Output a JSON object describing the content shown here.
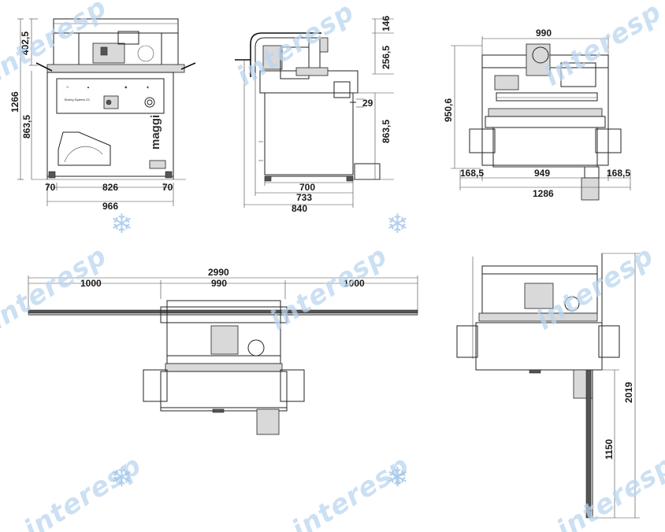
{
  "watermark": {
    "brand": "interesp",
    "color": "#9ec4ea"
  },
  "machine": {
    "brand_label": "maggi",
    "panel_text": "Boring System 23"
  },
  "front_view": {
    "heights": {
      "top": "402,5",
      "total": "1266",
      "body": "863,5"
    },
    "widths": {
      "left_offset": "70",
      "body": "826",
      "right_offset": "70",
      "total": "966"
    }
  },
  "side_view": {
    "heights": {
      "top": "146",
      "mid": "256,5",
      "step": "29",
      "body": "863,5"
    },
    "widths": {
      "base": "700",
      "middle": "733",
      "total": "840"
    }
  },
  "top_view": {
    "width_top": "990",
    "height": "950,6",
    "widths": {
      "left": "168,5",
      "center": "949",
      "right": "168,5",
      "total": "1286"
    }
  },
  "plan_extended": {
    "total": "2990",
    "left_ext": "1000",
    "center": "990",
    "right_ext": "1000"
  },
  "plan_side_ext": {
    "total": "2019",
    "extension": "1150"
  }
}
